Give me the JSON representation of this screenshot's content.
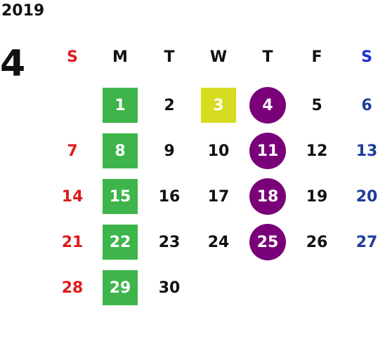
{
  "year": "2019",
  "month": "4",
  "colors": {
    "sunday": "#e01a1a",
    "saturday": "#1f3d99",
    "weekday": "#111111",
    "green_box": "#3db54a",
    "yellow_box": "#d6dc1f",
    "purple_circle": "#7a007a"
  },
  "weekdays": [
    {
      "label": "S",
      "color": "#e01a1a"
    },
    {
      "label": "M",
      "color": "#111111"
    },
    {
      "label": "T",
      "color": "#111111"
    },
    {
      "label": "W",
      "color": "#111111"
    },
    {
      "label": "T",
      "color": "#111111"
    },
    {
      "label": "F",
      "color": "#111111"
    },
    {
      "label": "S",
      "color": "#1a2fd9"
    }
  ],
  "weeks": [
    [
      null,
      {
        "d": "1",
        "hl": "green-square"
      },
      {
        "d": "2"
      },
      {
        "d": "3",
        "hl": "yellow-square"
      },
      {
        "d": "4",
        "hl": "purple-circle"
      },
      {
        "d": "5"
      },
      {
        "d": "6"
      }
    ],
    [
      {
        "d": "7"
      },
      {
        "d": "8",
        "hl": "green-square"
      },
      {
        "d": "9"
      },
      {
        "d": "10"
      },
      {
        "d": "11",
        "hl": "purple-circle"
      },
      {
        "d": "12"
      },
      {
        "d": "13"
      }
    ],
    [
      {
        "d": "14"
      },
      {
        "d": "15",
        "hl": "green-square"
      },
      {
        "d": "16"
      },
      {
        "d": "17"
      },
      {
        "d": "18",
        "hl": "purple-circle"
      },
      {
        "d": "19"
      },
      {
        "d": "20"
      }
    ],
    [
      {
        "d": "21"
      },
      {
        "d": "22",
        "hl": "green-square"
      },
      {
        "d": "23"
      },
      {
        "d": "24"
      },
      {
        "d": "25",
        "hl": "purple-circle"
      },
      {
        "d": "26"
      },
      {
        "d": "27"
      }
    ],
    [
      {
        "d": "28"
      },
      {
        "d": "29",
        "hl": "green-square"
      },
      {
        "d": "30"
      },
      null,
      null,
      null,
      null
    ]
  ]
}
